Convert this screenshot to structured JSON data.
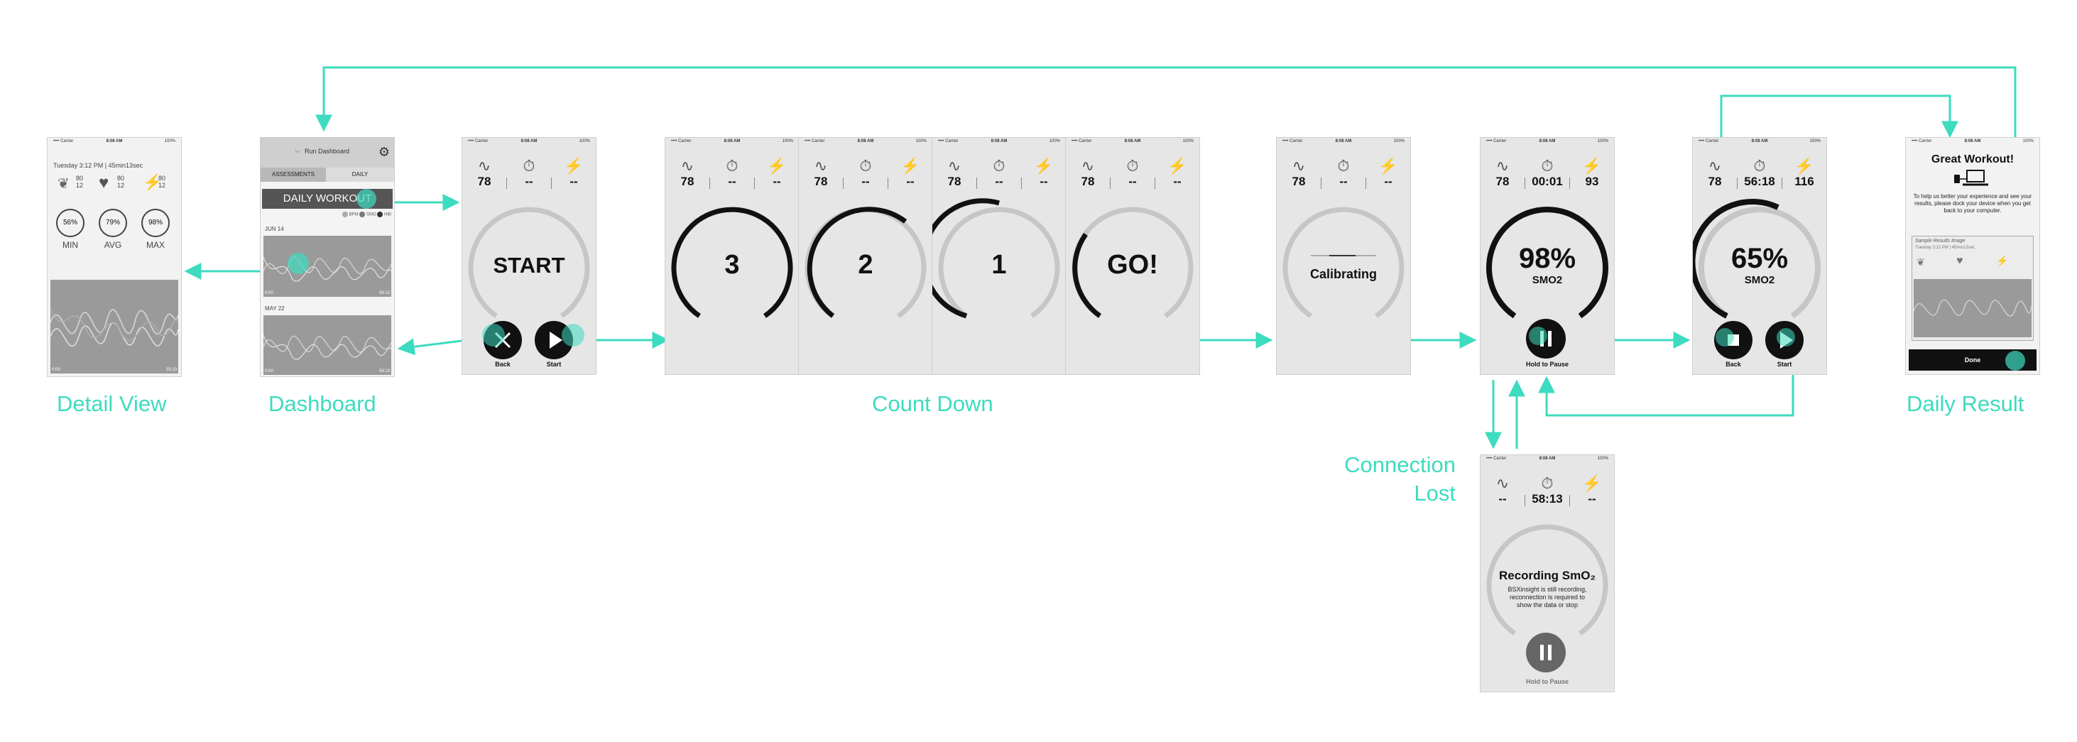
{
  "labels": {
    "detail_view": "Detail View",
    "dashboard": "Dashboard",
    "count_down": "Count Down",
    "daily_result": "Daily Result",
    "connection_lost_1": "Connection",
    "connection_lost_2": "Lost"
  },
  "status_bar": {
    "carrier": "•••• Carrier",
    "time": "8:08 AM",
    "battery": "100%"
  },
  "detail": {
    "date": "Tuesday 3:12 PM | 45min13sec",
    "hr_a": "80",
    "hr_b": "12",
    "heart_a": "80",
    "heart_b": "12",
    "pow_a": "80",
    "pow_b": "12",
    "min_value": "56%",
    "avg_value": "79%",
    "max_value": "98%",
    "min_label": "MIN",
    "avg_label": "AVG",
    "max_label": "MAX",
    "graph_left": "0:00",
    "graph_right": "55:13"
  },
  "dashboard": {
    "header": "Run Dashboard",
    "tab_assessments": "ASSESSMENTS",
    "tab_daily": "DAILY",
    "daily_workout": "DAILY WORKOUT",
    "legend": [
      "BPM",
      "SMO",
      "HBI"
    ],
    "item1_date": "JUN 14",
    "item2_date": "MAY 22",
    "g_left": "0:00",
    "g_right": "58:13"
  },
  "start_screen": {
    "hr": "78",
    "timer": "--",
    "power": "--",
    "center": "START",
    "back": "Back",
    "start": "Start"
  },
  "countdown": [
    {
      "hr": "78",
      "timer": "--",
      "power": "--",
      "center": "3"
    },
    {
      "hr": "78",
      "timer": "--",
      "power": "--",
      "center": "2"
    },
    {
      "hr": "78",
      "timer": "--",
      "power": "--",
      "center": "1"
    },
    {
      "hr": "78",
      "timer": "--",
      "power": "--",
      "center": "GO!"
    }
  ],
  "calibrating": {
    "hr": "78",
    "timer": "--",
    "power": "--",
    "center": "Calibrating"
  },
  "recording": {
    "hr": "78",
    "timer": "00:01",
    "power": "93",
    "center": "98%",
    "sub": "SMO2",
    "hold": "Hold to Pause"
  },
  "paused": {
    "hr": "78",
    "timer": "56:18",
    "power": "116",
    "center": "65%",
    "sub": "SMO2",
    "back": "Back",
    "start": "Start"
  },
  "result": {
    "title": "Great Workout!",
    "body": "To help us better your experience and see your results, please dock your device when you get back to your computer.",
    "sample": "Sample Results Image",
    "sample_date": "Tuesday 3:12 PM | 45min13sec",
    "done": "Done"
  },
  "lost": {
    "hr": "--",
    "timer": "58:13",
    "power": "--",
    "title": "Recording SmO₂",
    "body": "BSXinsight is still recording, reconnection is required to show the data or stop",
    "hold": "Hold to Pause"
  },
  "colors": {
    "accent": "#3ddbbf",
    "screen": "#e6e6e6",
    "dark": "#111111"
  }
}
